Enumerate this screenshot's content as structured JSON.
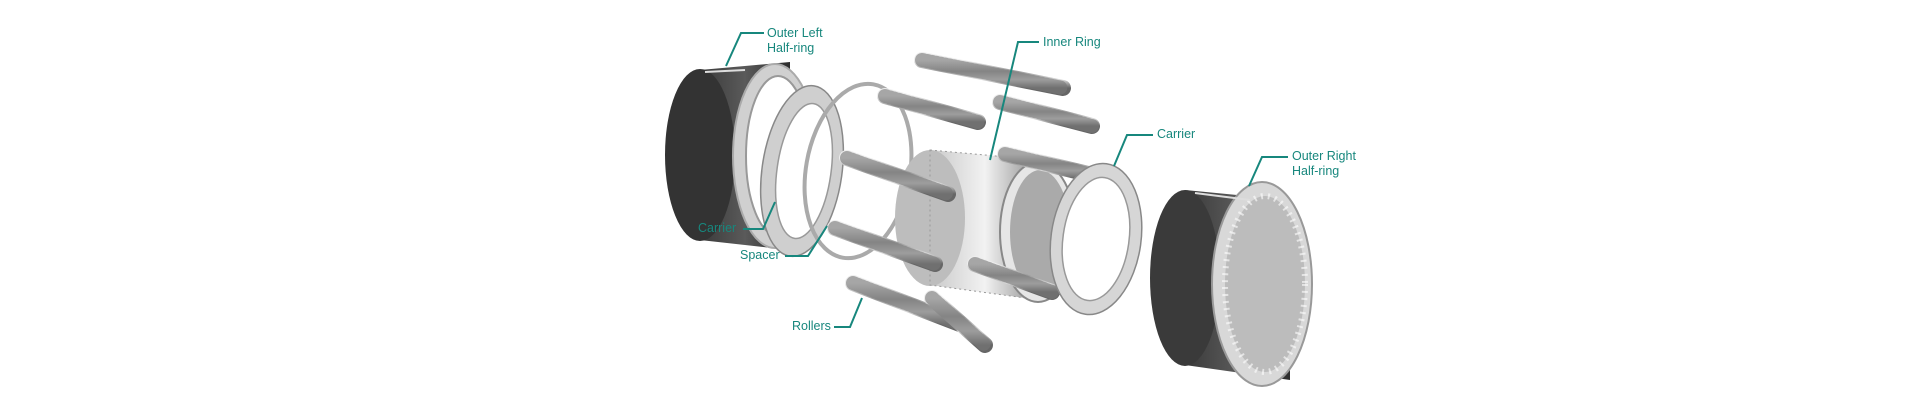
{
  "diagram": {
    "accent_color": "#17877d",
    "labels": {
      "outer_left_line1": "Outer Left",
      "outer_left_line2": "Half-ring",
      "inner_ring": "Inner Ring",
      "carrier_right": "Carrier",
      "outer_right_line1": "Outer Right",
      "outer_right_line2": "Half-ring",
      "carrier_left": "Carrier",
      "spacer": "Spacer",
      "rollers": "Rollers"
    }
  }
}
